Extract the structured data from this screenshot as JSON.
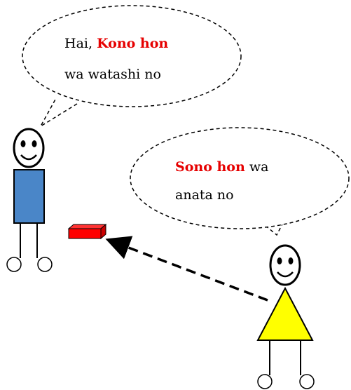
{
  "bubble_left": {
    "line1_prefix": "Hai, ",
    "line1_highlight": "Kono hon",
    "line2": "wa watashi no"
  },
  "bubble_right": {
    "line1_highlight": "Sono hon",
    "line1_suffix": " wa",
    "line2": "anata no"
  },
  "colors": {
    "highlight": "#e60000",
    "left_person_body": "#4a86c8",
    "right_person_body": "#ffff00",
    "book": "#ff0000"
  }
}
